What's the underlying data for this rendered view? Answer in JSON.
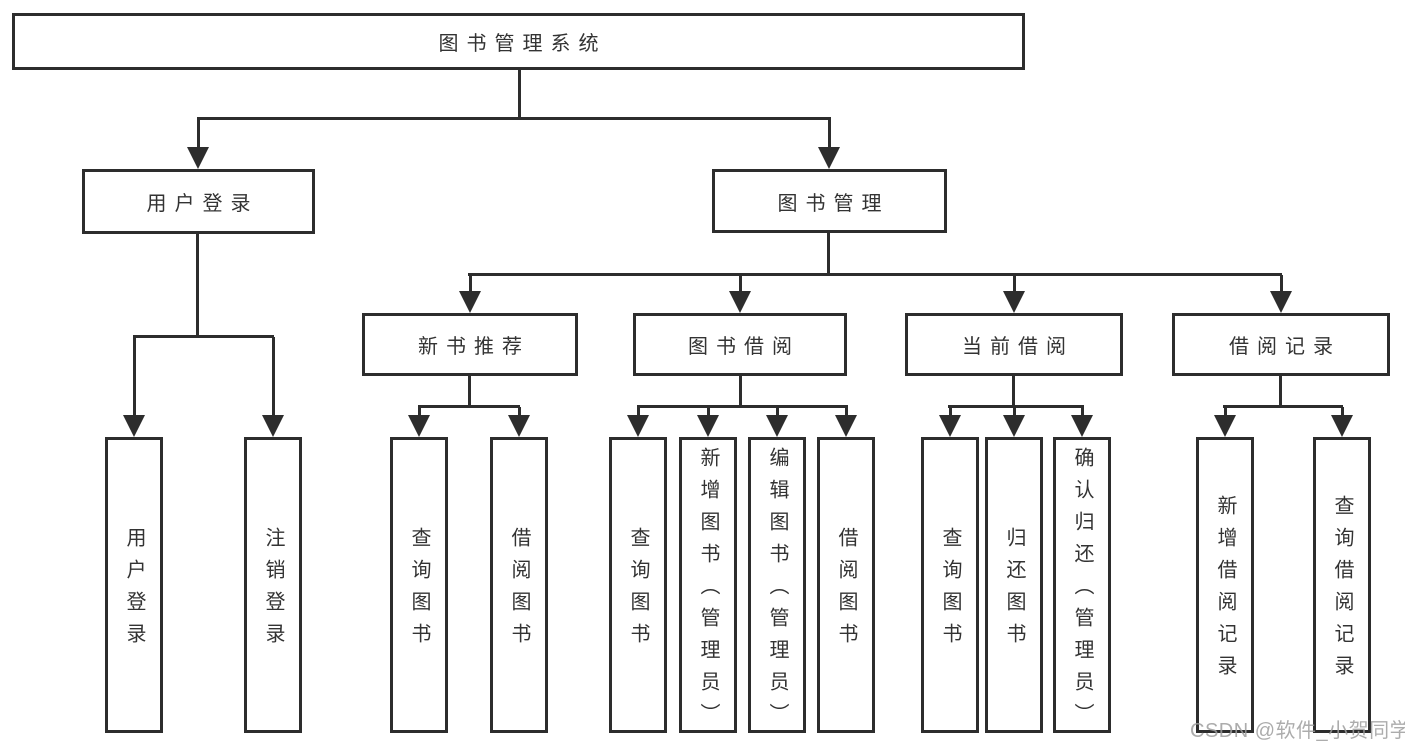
{
  "diagram": {
    "type": "hierarchy-tree",
    "nodes": {
      "root": "图书管理系统",
      "level2": [
        "用户登录",
        "图书管理"
      ],
      "level3": [
        "新书推荐",
        "图书借阅",
        "当前借阅",
        "借阅记录"
      ],
      "leaves": [
        "用户登录",
        "注销登录",
        "查询图书",
        "借阅图书",
        "查询图书",
        "新增图书（管理员）",
        "编辑图书（管理员）",
        "借阅图书",
        "查询图书",
        "归还图书",
        "确认归还（管理员）",
        "新增借阅记录",
        "查询借阅记录"
      ]
    },
    "hierarchy": {
      "图书管理系统": [
        "用户登录",
        "图书管理"
      ],
      "用户登录": [
        "用户登录",
        "注销登录"
      ],
      "图书管理": [
        "新书推荐",
        "图书借阅",
        "当前借阅",
        "借阅记录"
      ],
      "新书推荐": [
        "查询图书",
        "借阅图书"
      ],
      "图书借阅": [
        "查询图书",
        "新增图书（管理员）",
        "编辑图书（管理员）",
        "借阅图书"
      ],
      "当前借阅": [
        "查询图书",
        "归还图书",
        "确认归还（管理员）"
      ],
      "借阅记录": [
        "新增借阅记录",
        "查询借阅记录"
      ]
    },
    "watermark": "CSDN @软件_小贺同学",
    "colors": {
      "line": "#2d2d2d",
      "text": "#333333",
      "background": "#ffffff",
      "watermark": "#9e9e9e"
    }
  }
}
